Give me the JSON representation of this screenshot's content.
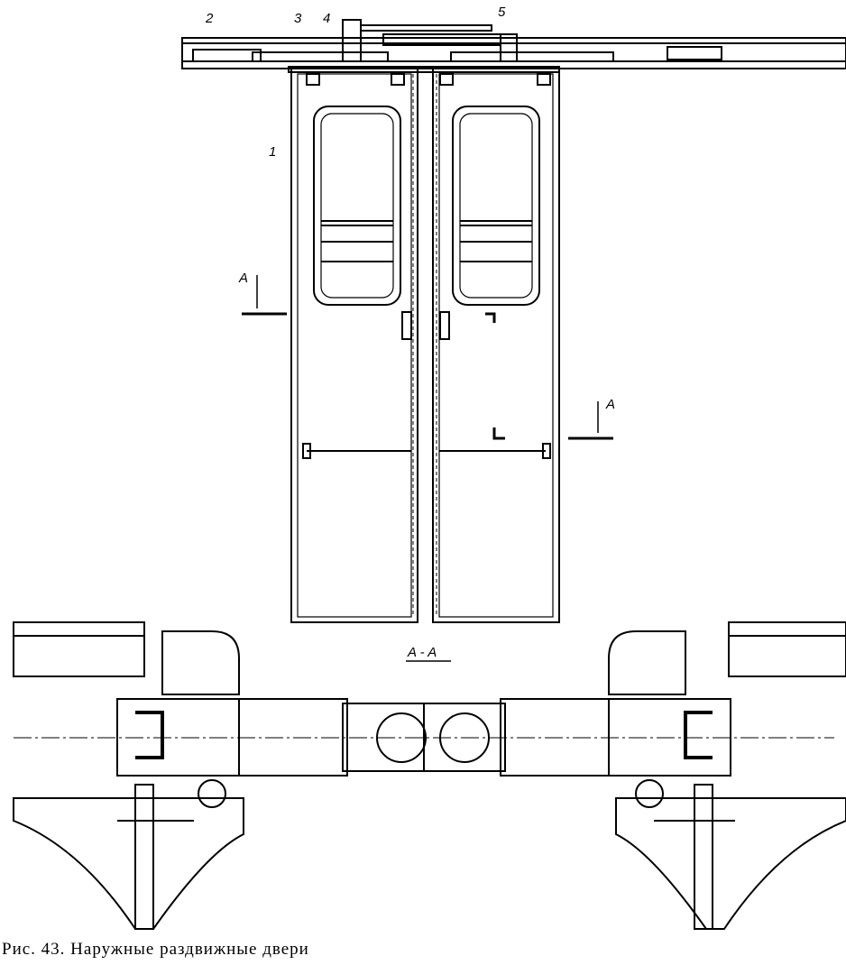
{
  "labels": {
    "part_1": "1",
    "part_2": "2",
    "part_3": "3",
    "part_4": "4",
    "part_5": "5",
    "section_mark_left": "A",
    "section_mark_right": "A",
    "section_title": "A - A"
  },
  "caption": "Рис. 43. Наружные раздвижные двери"
}
